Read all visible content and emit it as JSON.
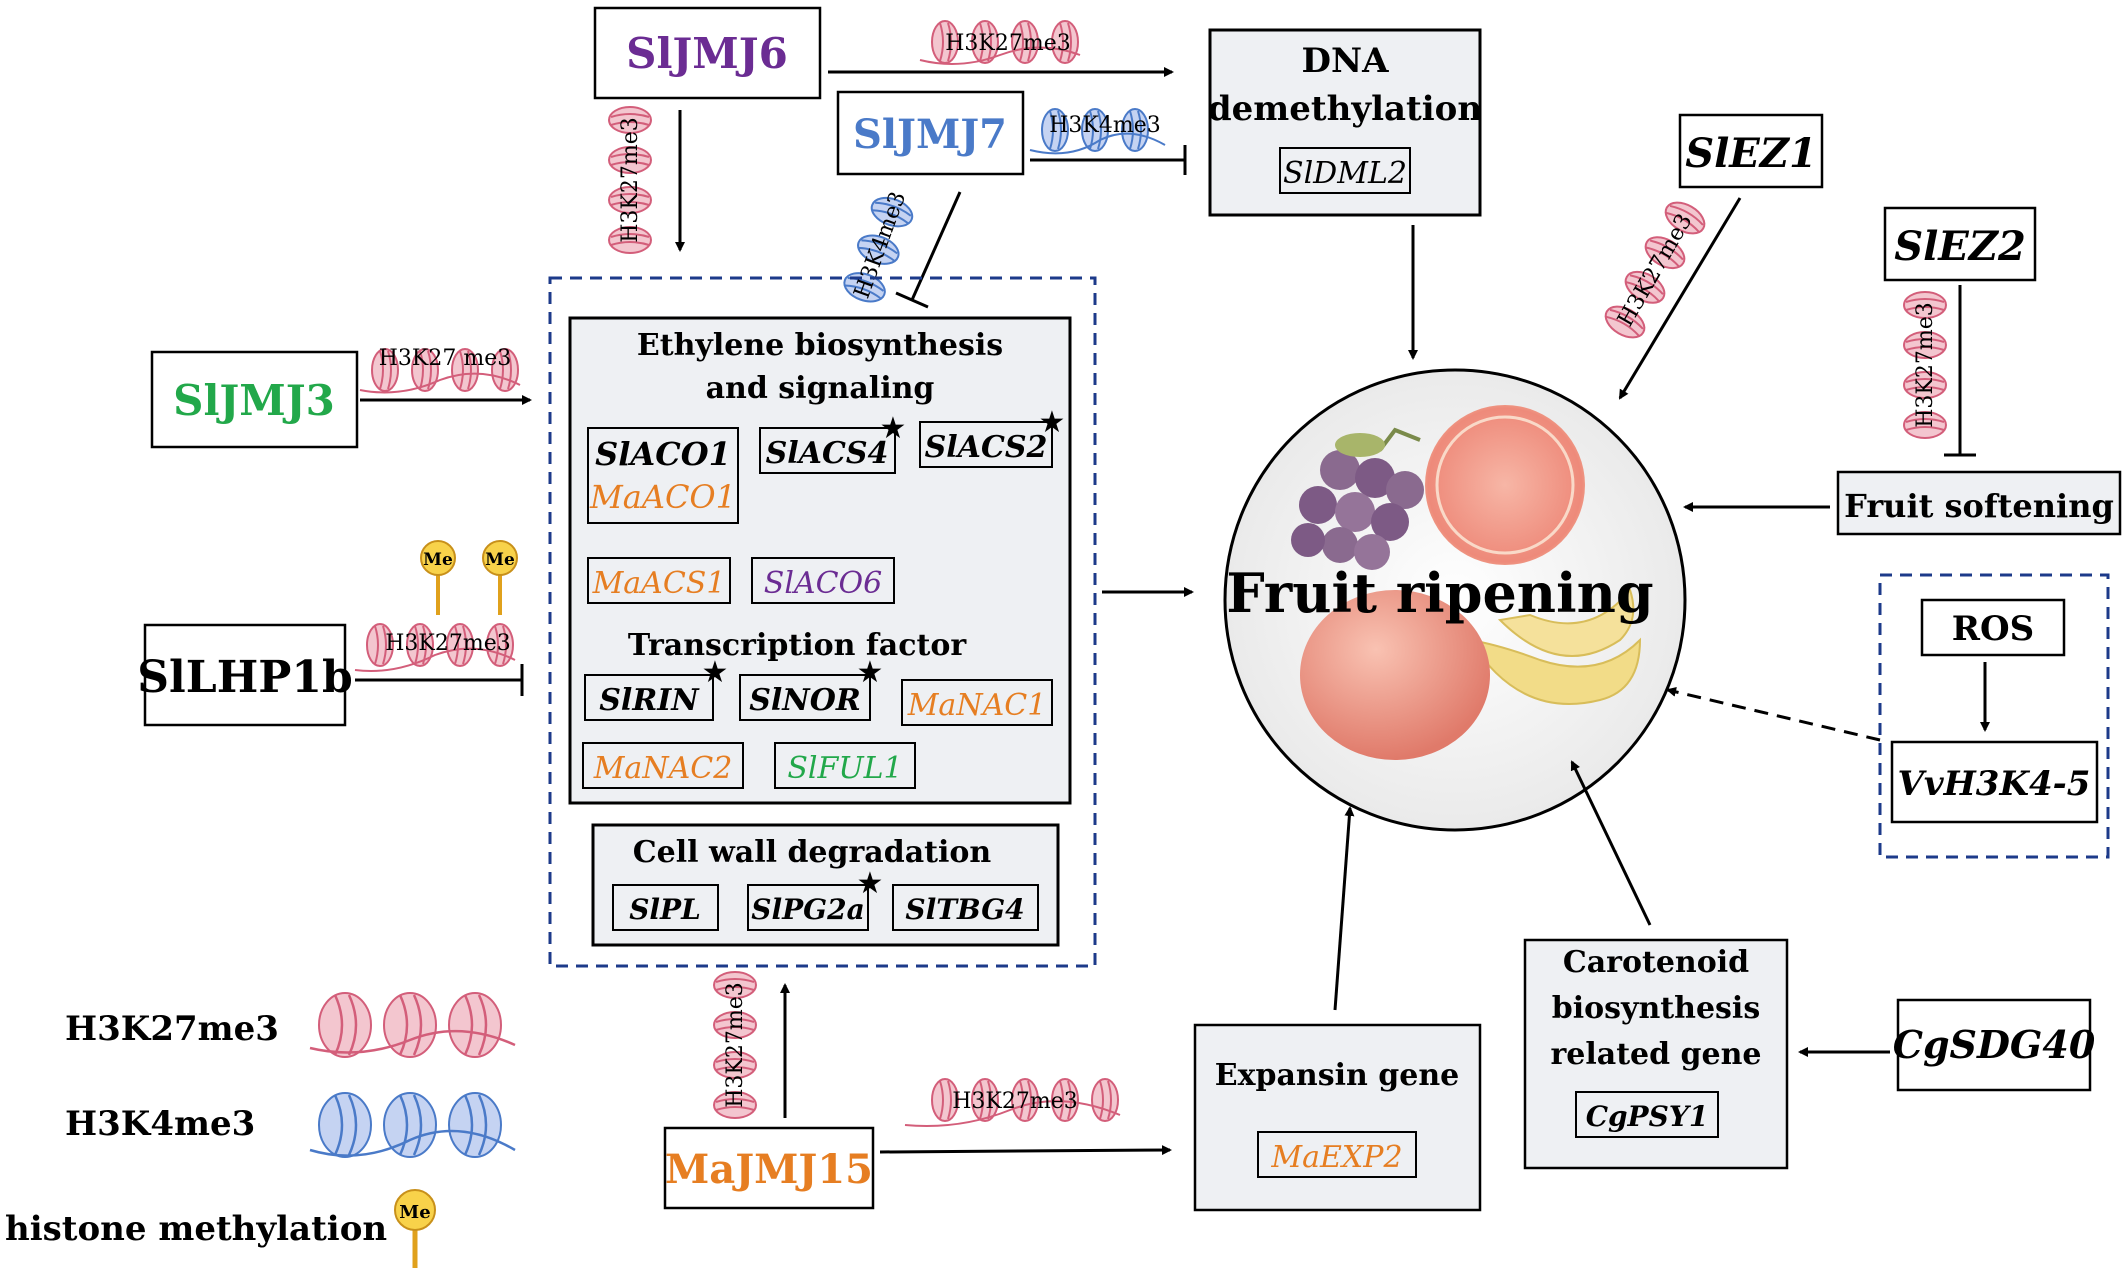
{
  "colors": {
    "purple": "#6b2c93",
    "blue": "#4a7ac8",
    "green": "#22a84a",
    "orange": "#e67e22",
    "pink": "#d35e7a",
    "pink_fill": "#f3c6cf",
    "blue_fill": "#c5d3f2",
    "dash_blue": "#1c3a8a",
    "panel_grey": "#eef0f3"
  },
  "regulators": {
    "sljmj6": "SlJMJ6",
    "sljmj7": "SlJMJ7",
    "sljmj3": "SlJMJ3",
    "sllhp1b": "SlLHP1b",
    "majmj15": "MaJMJ15",
    "slez1": "SlEZ1",
    "slez2": "SlEZ2",
    "cgsdg40": "CgSDG40"
  },
  "marks": {
    "h3k27me3": "H3K27me3",
    "h3k27me3_spaced": "H3K27 me3",
    "h3k4me3": "H3K4me3",
    "me": "Me"
  },
  "dna_demethylation": {
    "title_line1": "DNA",
    "title_line2": "demethylation",
    "gene": "SlDML2"
  },
  "ethylene_panel": {
    "title_line1": "Ethylene biosynthesis",
    "title_line2": "and signaling",
    "genes": [
      "SlACO1",
      "MaACO1",
      "SlACS4",
      "SlACS2",
      "MaACS1",
      "SlACO6"
    ],
    "tf_title": "Transcription factor",
    "tf_genes": [
      "SlRIN",
      "SlNOR",
      "MaNAC1",
      "MaNAC2",
      "SlFUL1"
    ]
  },
  "cell_wall_panel": {
    "title": "Cell wall degradation",
    "genes": [
      "SlPL",
      "SlPG2a",
      "SlTBG4"
    ]
  },
  "center": {
    "label": "Fruit ripening"
  },
  "fruit_softening": "Fruit softening",
  "ros_box": {
    "ros": "ROS",
    "gene": "VvH3K4-5"
  },
  "carotenoid": {
    "line1": "Carotenoid",
    "line2": "biosynthesis",
    "line3": "related gene",
    "gene": "CgPSY1"
  },
  "expansin": {
    "title": "Expansin gene",
    "gene": "MaEXP2"
  },
  "legend": {
    "h3k27me3": "H3K27me3",
    "h3k4me3": "H3K4me3",
    "histone_methylation": "histone methylation",
    "me": "Me"
  }
}
